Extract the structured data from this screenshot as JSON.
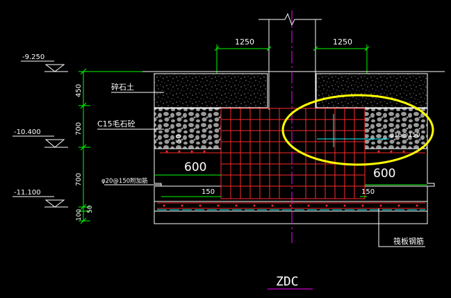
{
  "drawing": {
    "title": "ZDC",
    "dims": {
      "top_left": "1250",
      "top_right": "1250",
      "bottom_left": "600",
      "bottom_right": "600",
      "step_left": "150",
      "step_right": "150",
      "small_left": "50"
    },
    "elevations": [
      "-9.250",
      "-10.400",
      "-11.100"
    ],
    "vertical_dims": [
      "450",
      "700",
      "700",
      "50",
      "100"
    ],
    "labels": {
      "gravel_fill": "碎石土",
      "rubble_concrete": "C15毛石砼",
      "rebar_left": "φ20@150附加筋",
      "rebar_right": "φ16@150",
      "raft_rebar": "筏板钢筋"
    }
  },
  "colors": {
    "background": "#000000",
    "dimension": "#00ff00",
    "rebar": "#ff2a2a",
    "outline": "#ffffff",
    "axis": "#ff00ff",
    "highlight": "#ffff00",
    "hatch": "#9a9a9a",
    "cyan": "#00ffff"
  }
}
